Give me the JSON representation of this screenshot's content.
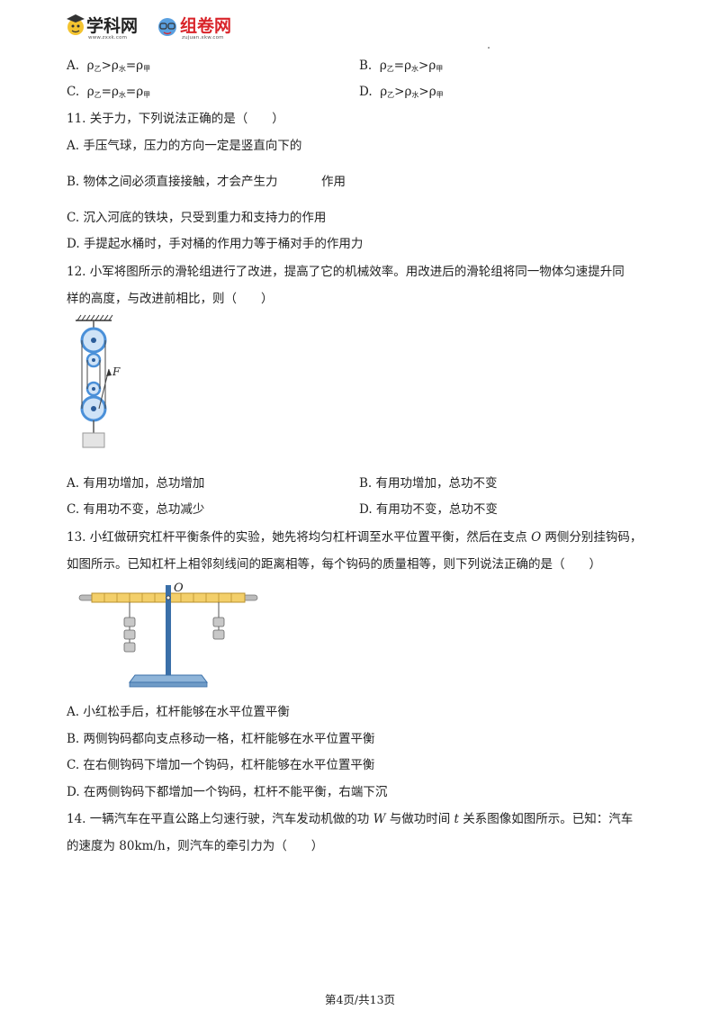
{
  "header": {
    "logo1": {
      "text": "学科网",
      "url": "www.zxxk.com"
    },
    "logo2": {
      "text": "组卷网",
      "url": "zujuan.xkw.com"
    }
  },
  "q10": {
    "A": {
      "label": "A.",
      "rho": "ρ",
      "s1": "乙",
      "op1": ">",
      "s2": "水",
      "op2": "=",
      "s3": "甲"
    },
    "B": {
      "label": "B.",
      "rho": "ρ",
      "s1": "乙",
      "op1": "=",
      "s2": "水",
      "op2": ">",
      "s3": "甲"
    },
    "C": {
      "label": "C.",
      "rho": "ρ",
      "s1": "乙",
      "op1": "=",
      "s2": "水",
      "op2": "=",
      "s3": "甲"
    },
    "D": {
      "label": "D.",
      "rho": "ρ",
      "s1": "乙",
      "op1": ">",
      "s2": "水",
      "op2": ">",
      "s3": "甲"
    }
  },
  "q11": {
    "stem": "11. 关于力，下列说法正确的是（　　）",
    "A": "A.  手压气球，压力的方向一定是竖直向下的",
    "B1": "B.  物体之间必须直接接触，才会产生力",
    "B2": "作用",
    "C": "C.  沉入河底的铁块，只受到重力和支持力的作用",
    "D": "D.  手提起水桶时，手对桶的作用力等于桶对手的作用力"
  },
  "q12": {
    "stem1": "12. 小军将图所示的滑轮组进行了改进，提高了它的机械效率。用改进后的滑轮组将同一物体匀速提升同",
    "stem2": "样的高度，与改进前相比，则（　　）",
    "force_label": "F",
    "A": "A.  有用功增加，总功增加",
    "B": "B.  有用功增加，总功不变",
    "C": "C.  有用功不变，总功减少",
    "D": "D.  有用功不变，总功不变"
  },
  "q13": {
    "stem1a": "13. 小红做研究杠杆平衡条件的实验，她先将均匀杠杆调至水平位置平衡，然后在支点 ",
    "O": "O",
    "stem1b": " 两侧分别挂钩码，",
    "stem2": "如图所示。已知杠杆上相邻刻线间的距离相等，每个钩码的质量相等，则下列说法正确的是（　　）",
    "pivot_label": "O",
    "A": "A.  小红松手后，杠杆能够在水平位置平衡",
    "B": "B.  两侧钩码都向支点移动一格，杠杆能够在水平位置平衡",
    "C": "C.  在右侧钩码下增加一个钩码，杠杆能够在水平位置平衡",
    "D": "D.  在两侧钩码下都增加一个钩码，杠杆不能平衡，右端下沉"
  },
  "q14": {
    "stem1a": "14. 一辆汽车在平直公路上匀速行驶，汽车发动机做的功 ",
    "W": "W",
    "stem1b": " 与做功时间 ",
    "t": "t",
    "stem1c": " 关系图像如图所示。已知：汽车",
    "stem2": "的速度为 80km/h，则汽车的牵引力为（　　）"
  },
  "footer": {
    "page": "第4页/共13页"
  },
  "colors": {
    "pulley_blue": "#4a90d9",
    "lever_yellow": "#f3cf6a",
    "stand_blue": "#3a6fa8"
  }
}
